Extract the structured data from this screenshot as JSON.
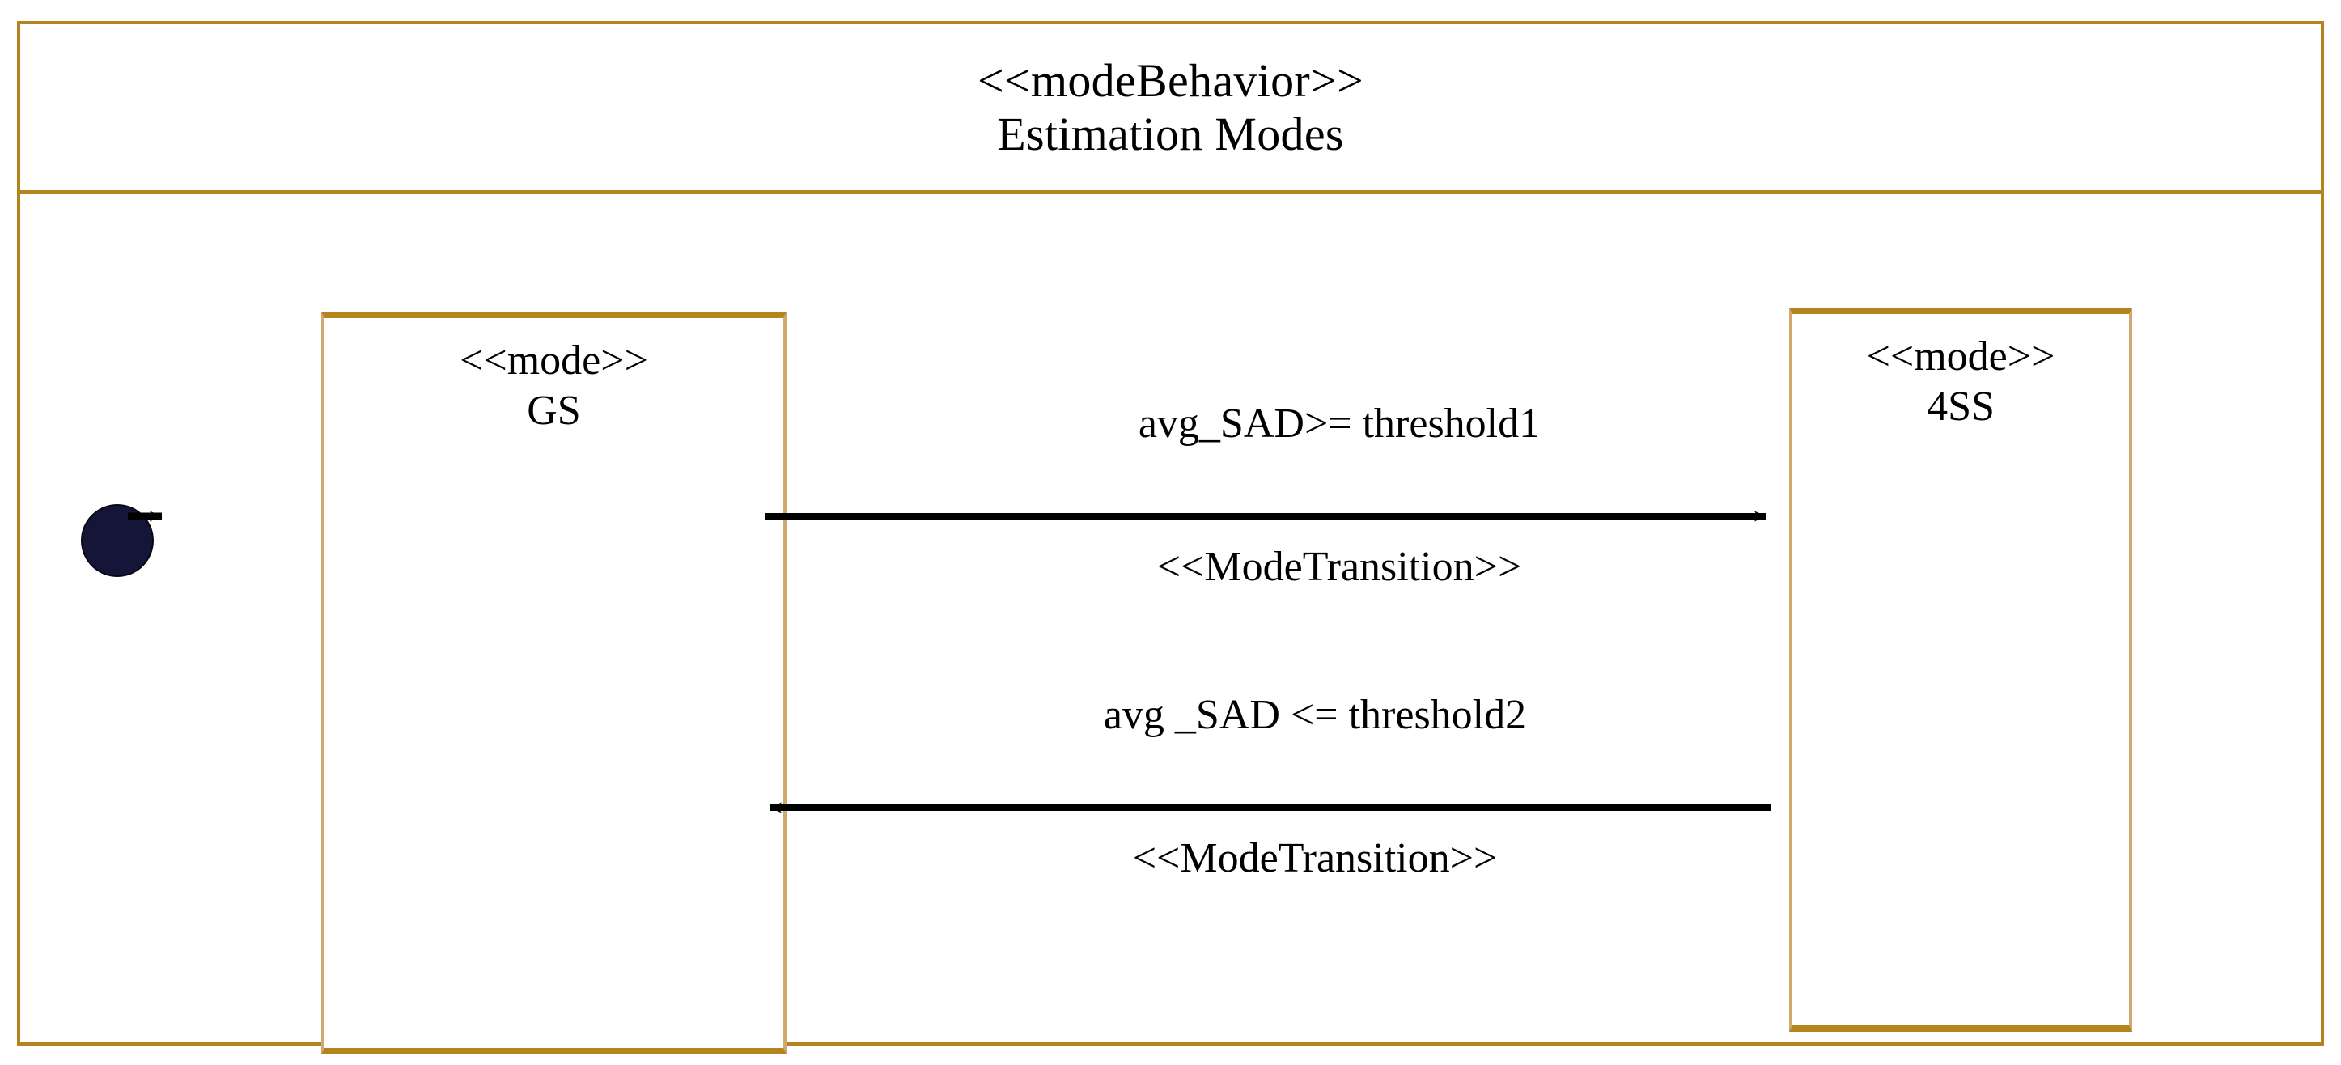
{
  "diagram": {
    "type": "uml-mode-behavior-state-diagram",
    "frame": {
      "stereotype": "<<modeBehavior>>",
      "title": "Estimation Modes",
      "border_color": "#b5841f"
    },
    "initial_state": {
      "name": "initial-pseudostate",
      "fill_color": "#15153a"
    },
    "modes": [
      {
        "id": "gs",
        "stereotype": "<<mode>>",
        "name": "GS",
        "border_color": "#b5841f"
      },
      {
        "id": "4ss",
        "stereotype": "<<mode>>",
        "name": "4SS",
        "border_color": "#b5841f"
      }
    ],
    "transitions": [
      {
        "id": "t0",
        "from": "initial-pseudostate",
        "to": "GS",
        "guard": "",
        "stereotype": "",
        "direction": "right"
      },
      {
        "id": "t1",
        "from": "GS",
        "to": "4SS",
        "guard": "avg_SAD>= threshold1",
        "stereotype": "<<ModeTransition>>",
        "direction": "right"
      },
      {
        "id": "t2",
        "from": "4SS",
        "to": "GS",
        "guard": "avg _SAD <= threshold2",
        "stereotype": "<<ModeTransition>>",
        "direction": "left"
      }
    ]
  }
}
